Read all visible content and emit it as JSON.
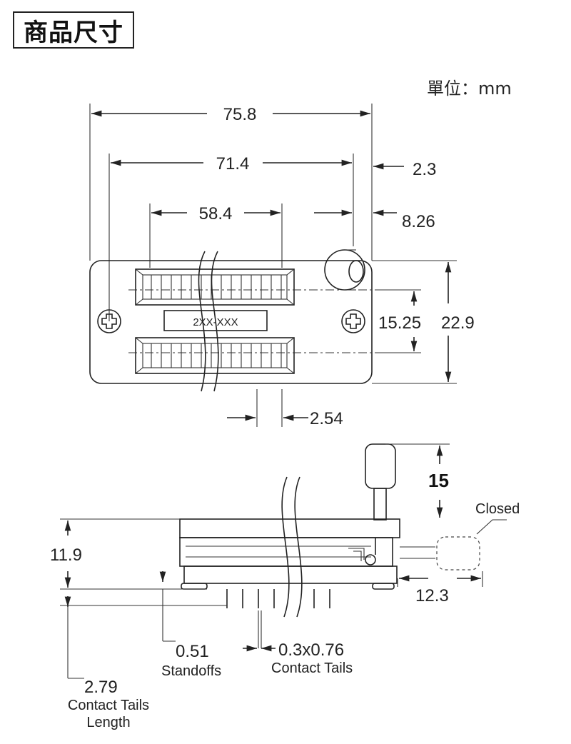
{
  "title": "商品尺寸",
  "unit": "單位：mm",
  "top_view": {
    "dims": {
      "overall_length": "75.8",
      "mounting_hole_spacing": "71.4",
      "row_length": "58.4",
      "lever_offset": "2.3",
      "lever_diameter": "8.26",
      "row_spacing": "15.25",
      "overall_width": "22.9",
      "pin_pitch": "2.54"
    },
    "label_plate": "2XX-XXX"
  },
  "side_view": {
    "dims": {
      "lever_height": "15",
      "body_height": "11.9",
      "lever_travel": "12.3",
      "standoff": "0.51",
      "contact_tail": "0.3x0.76",
      "tail_length": "2.79"
    },
    "closed_label": "Closed",
    "standoffs_label": "Standoffs",
    "contact_tails_label": "Contact Tails",
    "tail_length_label_1": "Contact Tails",
    "tail_length_label_2": "Length"
  }
}
